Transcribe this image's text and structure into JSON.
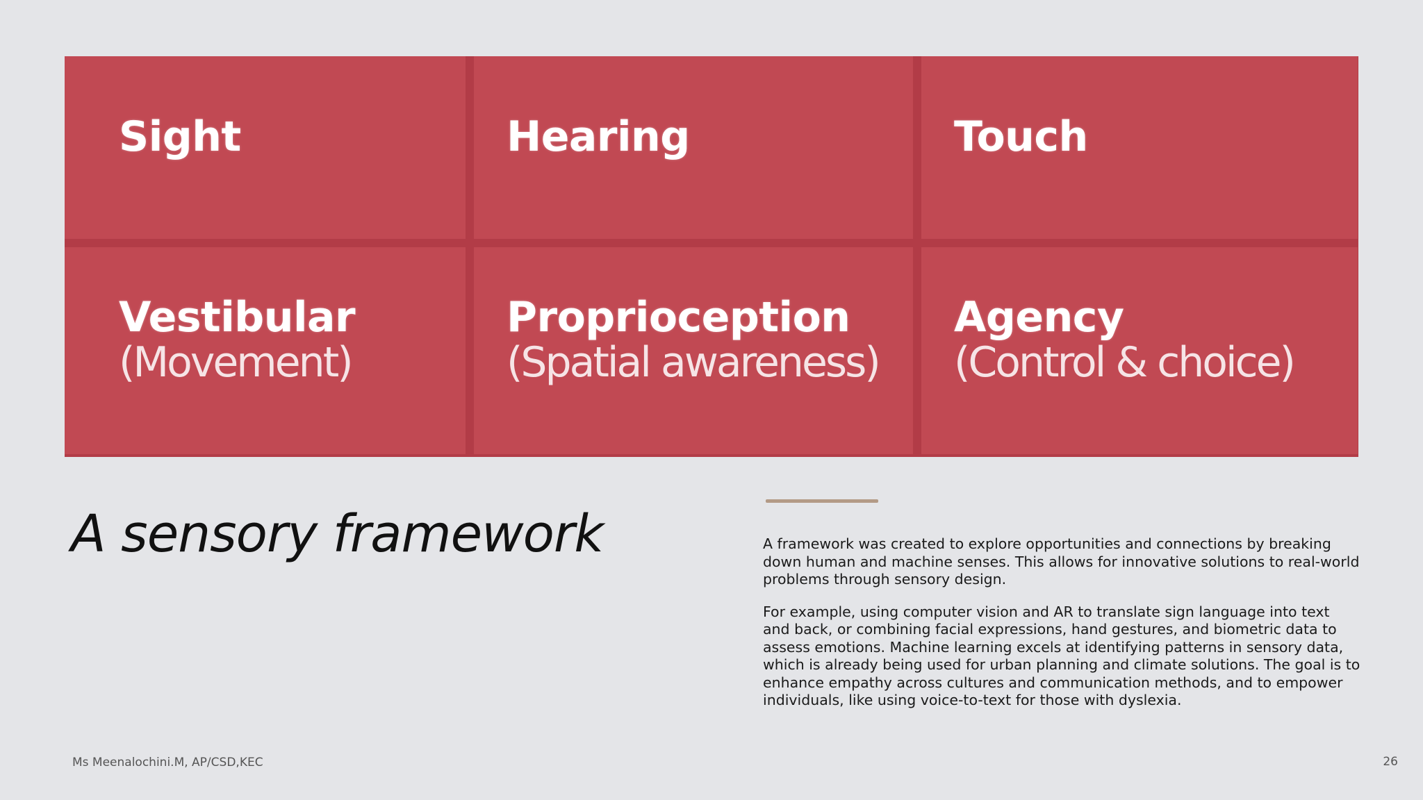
{
  "senses": [
    {
      "name": "Sight",
      "desc": ""
    },
    {
      "name": "Hearing",
      "desc": ""
    },
    {
      "name": "Touch",
      "desc": ""
    },
    {
      "name": "Vestibular",
      "desc": "(Movement)"
    },
    {
      "name": "Proprioception",
      "desc": "(Spatial awareness)"
    },
    {
      "name": "Agency",
      "desc": "(Control & choice)"
    }
  ],
  "title": "A sensory framework",
  "paragraphs": [
    "A framework was created to explore opportunities and connections by breaking down human and machine senses. This allows for innovative solutions to real-world problems through sensory design.",
    "For example, using computer vision and AR to translate sign language into text and back, or combining facial expressions, hand gestures, and biometric data to assess emotions. Machine learning excels at identifying patterns in sensory data, which is already being used for urban planning and climate solutions. The goal is to enhance empathy across cultures and communication methods, and to empower individuals, like using voice-to-text for those with dyslexia."
  ],
  "footer": {
    "author": "Ms Meenalochini.M, AP/CSD,KEC",
    "page_number": "26"
  },
  "colors": {
    "grid_red": "#c14953",
    "accent_line": "#b39a86",
    "background": "#e4e5e8"
  }
}
